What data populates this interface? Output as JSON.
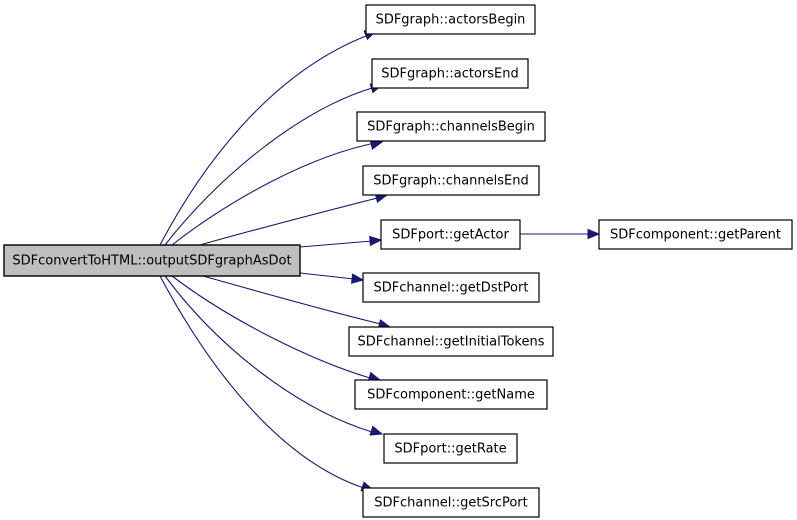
{
  "graph": {
    "type": "call-graph",
    "root": {
      "id": "root",
      "label": "SDFconvertToHTML::outputSDFgraphAsDot"
    },
    "nodes": [
      {
        "id": "actorsBegin",
        "label": "SDFgraph::actorsBegin"
      },
      {
        "id": "actorsEnd",
        "label": "SDFgraph::actorsEnd"
      },
      {
        "id": "channelsBegin",
        "label": "SDFgraph::channelsBegin"
      },
      {
        "id": "channelsEnd",
        "label": "SDFgraph::channelsEnd"
      },
      {
        "id": "getActor",
        "label": "SDFport::getActor"
      },
      {
        "id": "getDstPort",
        "label": "SDFchannel::getDstPort"
      },
      {
        "id": "getInitialTokens",
        "label": "SDFchannel::getInitialTokens"
      },
      {
        "id": "getName",
        "label": "SDFcomponent::getName"
      },
      {
        "id": "getRate",
        "label": "SDFport::getRate"
      },
      {
        "id": "getSrcPort",
        "label": "SDFchannel::getSrcPort"
      },
      {
        "id": "getParent",
        "label": "SDFcomponent::getParent"
      }
    ],
    "edges": [
      {
        "from": "root",
        "to": "actorsBegin"
      },
      {
        "from": "root",
        "to": "actorsEnd"
      },
      {
        "from": "root",
        "to": "channelsBegin"
      },
      {
        "from": "root",
        "to": "channelsEnd"
      },
      {
        "from": "root",
        "to": "getActor"
      },
      {
        "from": "root",
        "to": "getDstPort"
      },
      {
        "from": "root",
        "to": "getInitialTokens"
      },
      {
        "from": "root",
        "to": "getName"
      },
      {
        "from": "root",
        "to": "getRate"
      },
      {
        "from": "root",
        "to": "getSrcPort"
      },
      {
        "from": "getActor",
        "to": "getParent"
      }
    ],
    "colors": {
      "edge": "#191970",
      "root_fill": "#bfbfbf",
      "node_fill": "#ffffff",
      "border": "#000000"
    }
  }
}
